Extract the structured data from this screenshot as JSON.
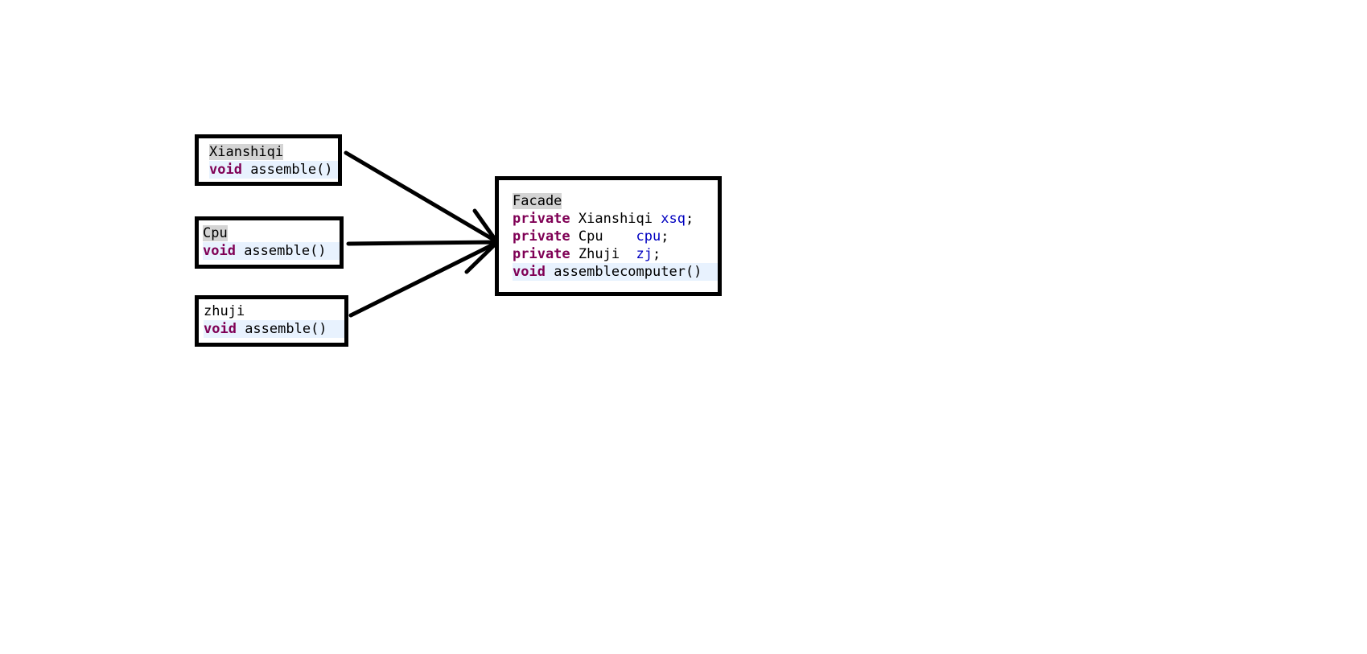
{
  "diagram": {
    "xianshiqi": {
      "title": "Xianshiqi",
      "method": {
        "keyword": "void",
        "name": " assemble()"
      }
    },
    "cpu": {
      "title": "Cpu",
      "method": {
        "keyword": "void",
        "name": " assemble()"
      }
    },
    "zhuji": {
      "title": "zhuji",
      "method": {
        "keyword": "void",
        "name": " assemble()"
      }
    },
    "facade": {
      "title": "Facade",
      "fields": [
        {
          "modifier": "private",
          "type": " Xianshiqi ",
          "name": "xsq",
          "end": ";"
        },
        {
          "modifier": "private",
          "type": " Cpu    ",
          "name": "cpu",
          "end": ";"
        },
        {
          "modifier": "private",
          "type": " Zhuji  ",
          "name": "zj",
          "end": ";"
        }
      ],
      "method": {
        "keyword": "void",
        "name": " assemblecomputer()"
      }
    }
  },
  "colors": {
    "keyword": "#7f0055",
    "field": "#0000c0",
    "title_highlight": "#d4d4d4",
    "method_highlight": "#e8f2fe",
    "border": "#000000"
  }
}
